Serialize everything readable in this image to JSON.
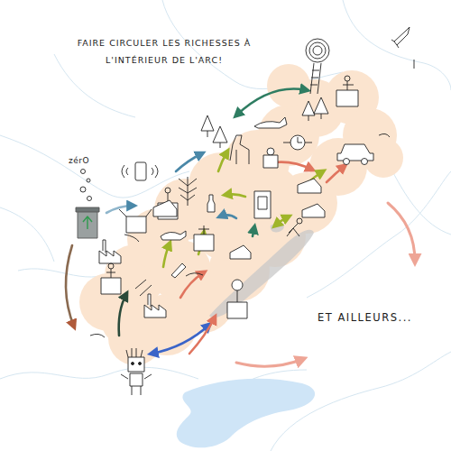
{
  "diagram": {
    "title": "FAIRE CIRCULER LES RICHESSES À L'INTÉRIEUR DE L'ARC!",
    "labels": [
      "zérO",
      "ET AILLEURS..."
    ]
  }
}
